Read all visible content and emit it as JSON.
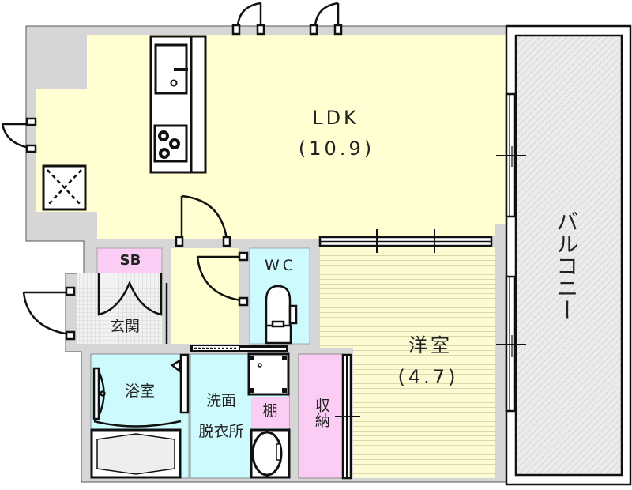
{
  "floorplan": {
    "colors": {
      "wall": "#d6d6d6",
      "ldk": "#ffffd2",
      "western_room": "#fdfbd4",
      "wet_area": "#ccfafd",
      "storage": "#fccdf4",
      "entrance_tile": "#e8e8e8",
      "balcony": "#e6e6e6",
      "line": "#111111"
    },
    "rooms": {
      "ldk": {
        "name": "LDK",
        "size": "(10.9)"
      },
      "western": {
        "name": "洋室",
        "size": "(4.7)"
      },
      "balcony": {
        "name": "バルコニー"
      },
      "wc": {
        "name": "WC"
      },
      "shoe_box": {
        "name": "SB"
      },
      "entrance": {
        "name": "玄関"
      },
      "bathroom": {
        "name": "浴室"
      },
      "washroom": {
        "name_line1": "洗面",
        "name_line2": "脱衣所"
      },
      "shelf": {
        "name": "棚"
      },
      "closet": {
        "name": "収納"
      }
    },
    "fixtures": [
      "kitchen-sink-icon",
      "gas-stove-icon",
      "refrigerator-space-icon",
      "toilet-icon",
      "bathtub-icon",
      "washing-machine-pan-icon",
      "washbasin-icon"
    ]
  }
}
